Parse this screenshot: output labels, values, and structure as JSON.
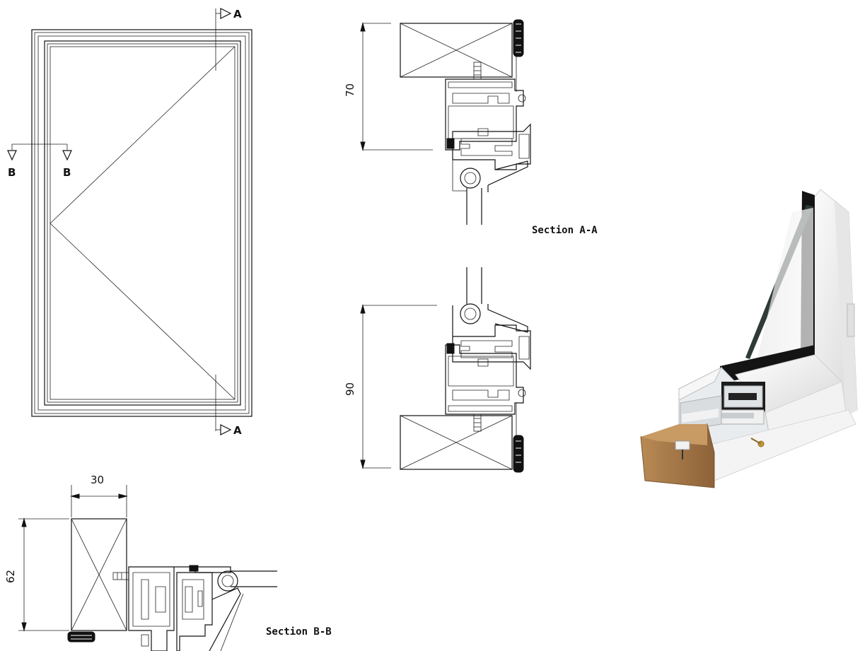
{
  "elevation": {
    "marker_a": "A",
    "marker_b": "B"
  },
  "section_a": {
    "title": "Section A-A",
    "dim_top": "70",
    "dim_bottom": "90"
  },
  "section_b": {
    "title": "Section B-B",
    "dim_width": "30",
    "dim_height": "62"
  },
  "colors": {
    "line": "#111111",
    "frame_white": "#f2f2f2",
    "glass_dark": "#1a1a1a",
    "timber": "#a97c4a"
  }
}
